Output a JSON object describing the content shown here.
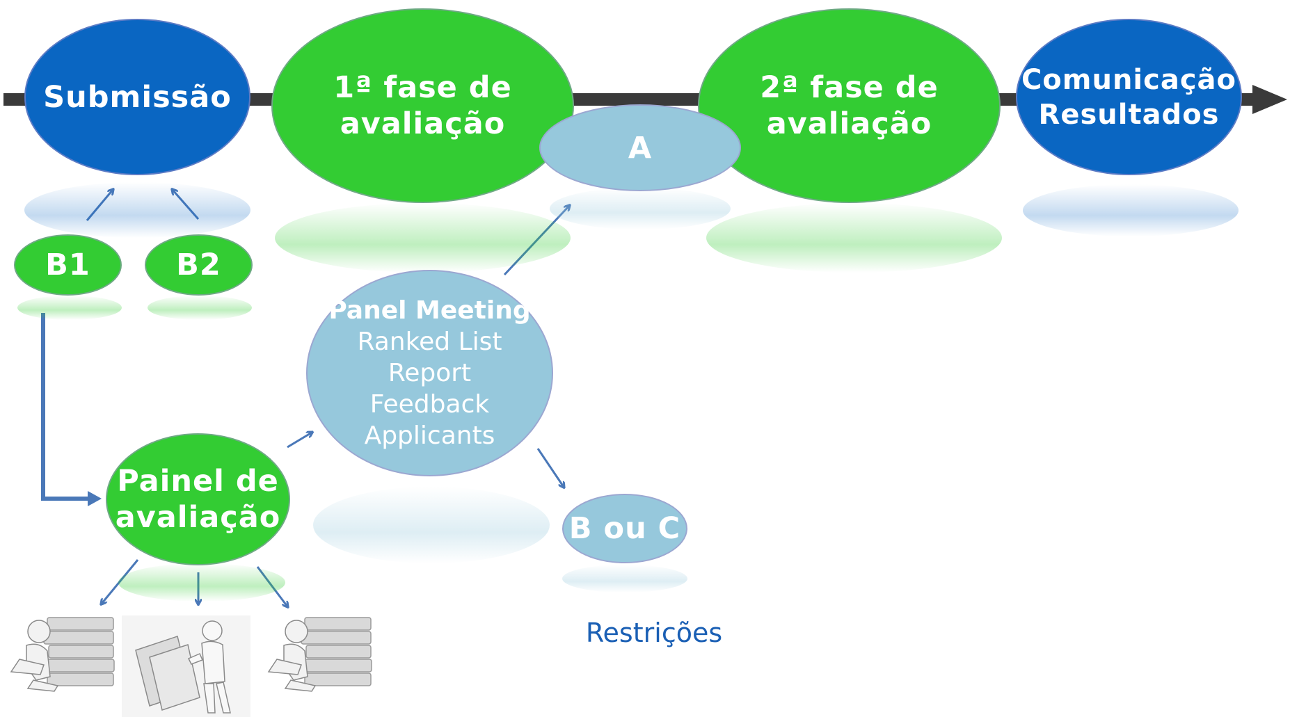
{
  "timeline": {
    "submissao": "Submissão",
    "fase1": [
      "1ª fase de",
      "avaliação"
    ],
    "fase2": [
      "2ª fase de",
      "avaliação"
    ],
    "comunicacao": [
      "Comunicação",
      "Resultados"
    ]
  },
  "outcome_a": "A",
  "branches": {
    "b1": "B1",
    "b2": "B2"
  },
  "painel": [
    "Painel de",
    "avaliação"
  ],
  "panel_meeting": {
    "title": "Panel Meeting",
    "items": [
      "Ranked List",
      "Report",
      "Feedback",
      "Applicants"
    ]
  },
  "outcome_bc": "B ou C",
  "restricoes": "Restrições",
  "reviewer_icons": [
    "reviewer-reading-books-icon",
    "reviewer-holding-book-icon",
    "reviewer-reading-books-icon"
  ],
  "colors": {
    "green": "#33cc33",
    "blue": "#0a66c2",
    "light_blue": "#96c8dc",
    "arrow": "#4a78b8",
    "timeline": "#3a3a3a",
    "note_text": "#1a5fb4"
  }
}
